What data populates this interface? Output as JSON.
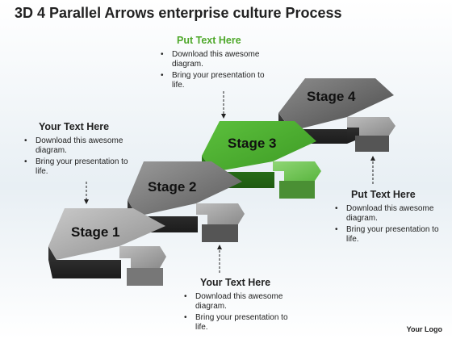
{
  "title": "3D 4 Parallel Arrows enterprise culture Process",
  "colors": {
    "highlight": "#56b63a",
    "heading_green": "#4ea82a"
  },
  "stages": [
    {
      "label": "Stage 1"
    },
    {
      "label": "Stage 2"
    },
    {
      "label": "Stage 3",
      "highlighted": true
    },
    {
      "label": "Stage 4"
    }
  ],
  "callouts": [
    {
      "heading": "Your Text Here",
      "bullets": [
        "Download this awesome diagram.",
        "Bring your presentation to life."
      ]
    },
    {
      "heading": "Put Text Here",
      "bullets": [
        "Download this awesome diagram.",
        "Bring your presentation to life."
      ]
    },
    {
      "heading": "Put Text Here",
      "bullets": [
        "Download this awesome diagram.",
        "Bring your presentation to life."
      ]
    },
    {
      "heading": "Your Text Here",
      "bullets": [
        "Download this awesome diagram.",
        "Bring your presentation to life."
      ]
    }
  ],
  "logo": "Your Logo"
}
